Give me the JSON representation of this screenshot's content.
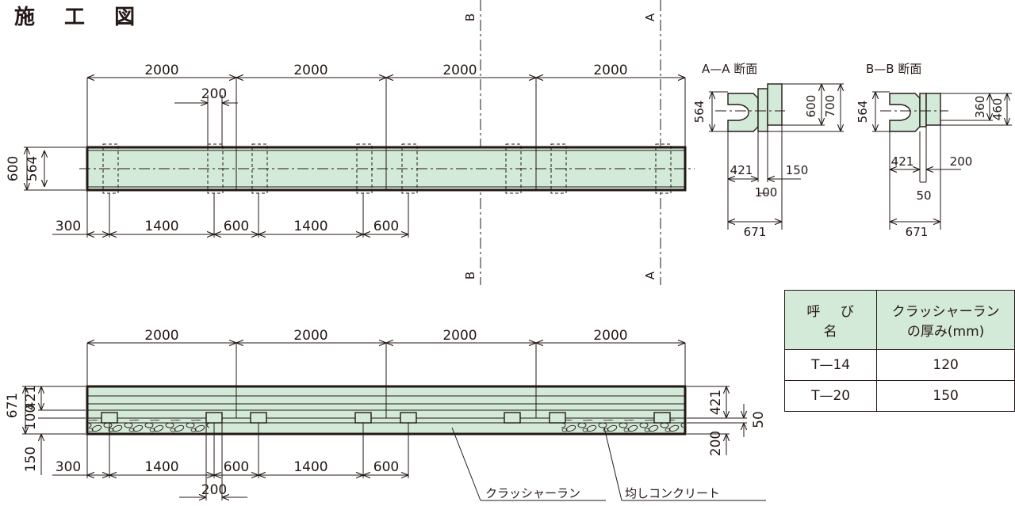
{
  "title": "施 工 図",
  "section_markers": {
    "a": "A",
    "b": "B"
  },
  "plan_view": {
    "top_dims": [
      "2000",
      "2000",
      "2000",
      "2000"
    ],
    "joint_dim": "200",
    "left_dims": [
      "600",
      "564"
    ],
    "bottom_dims": [
      "300",
      "1400",
      "600",
      "1400",
      "600"
    ]
  },
  "elevation_view": {
    "top_dims": [
      "2000",
      "2000",
      "2000",
      "2000"
    ],
    "left_dims": [
      "671",
      "421",
      "100",
      "150"
    ],
    "right_dims": [
      "421",
      "50",
      "200"
    ],
    "bottom_dims": [
      "300",
      "1400",
      "600",
      "1400",
      "600"
    ],
    "joint_dim": "200",
    "callouts": {
      "crusher_run": "クラッシャーラン",
      "leveling_concrete": "均しコンクリート"
    }
  },
  "section_aa": {
    "title": "A—A 断面",
    "dims": {
      "height_inner": "564",
      "height_mid": "600",
      "height_total": "700",
      "w1": "421",
      "w2": "150",
      "w3": "100",
      "width_total": "671"
    }
  },
  "section_bb": {
    "title": "B—B 断面",
    "dims": {
      "height_inner": "564",
      "height_mid": "360",
      "height_total": "460",
      "w1": "421",
      "w2": "200",
      "w3": "50",
      "width_total": "671"
    }
  },
  "table": {
    "headers": [
      "呼 び 名",
      "クラッシャーラン\nの厚み(mm)"
    ],
    "rows": [
      {
        "name": "T—14",
        "value": "120"
      },
      {
        "name": "T—20",
        "value": "150"
      }
    ]
  }
}
